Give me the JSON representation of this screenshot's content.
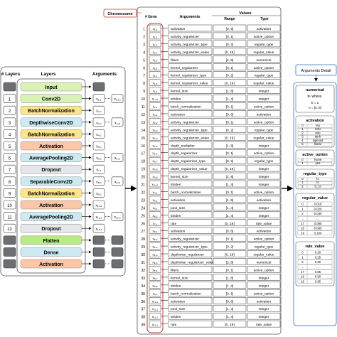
{
  "left_panel": {
    "header_layers_num": "# Layers",
    "header_layers": "Layers",
    "header_arguments": "Arguments",
    "layers": [
      {
        "num": "",
        "name": "Input",
        "color": "#d9f2b6",
        "args": []
      },
      {
        "num": "1",
        "name": "Conv2D",
        "color": "#d9f2b6",
        "args": [
          "x₁,₁",
          "x₁,₁₀"
        ]
      },
      {
        "num": "2",
        "name": "BatchNormalization",
        "color": "#fde68a",
        "args": [
          "x₂,₁"
        ]
      },
      {
        "num": "3",
        "name": "DepthwiseConv2D",
        "color": "#cdeaf3",
        "args": [
          "x₃,₁",
          "x₃,₈"
        ]
      },
      {
        "num": "4",
        "name": "BatchNormalization",
        "color": "#fde68a",
        "args": [
          "x₄,₁"
        ]
      },
      {
        "num": "5",
        "name": "Activation",
        "color": "#fbc7a8",
        "args": [
          "x₅,₁"
        ]
      },
      {
        "num": "6",
        "name": "AveragePooling2D",
        "color": "#cdeaf3",
        "args": [
          "x₆,₁",
          "x₆,₃"
        ]
      },
      {
        "num": "7",
        "name": "Dropout",
        "color": "#e5e7eb",
        "args": [
          "x₇,₁"
        ]
      },
      {
        "num": "8",
        "name": "SeparableConv2D",
        "color": "#cdeaf3",
        "args": [
          "x₈,₁",
          "x₈,₉"
        ]
      },
      {
        "num": "9",
        "name": "BatchNormalization",
        "color": "#fde68a",
        "args": [
          "x₉,₁"
        ]
      },
      {
        "num": "10",
        "name": "Activation",
        "color": "#fbc7a8",
        "args": [
          "x₁₀,₁"
        ]
      },
      {
        "num": "11",
        "name": "AveragePooling2D",
        "color": "#cdeaf3",
        "args": [
          "x₁₁,₁",
          "x₁₁,₃"
        ]
      },
      {
        "num": "12",
        "name": "Dropout",
        "color": "#e5e7eb",
        "args": [
          "x₁₂,₁"
        ]
      },
      {
        "num": "",
        "name": "Flatten",
        "color": "#b9ea8a",
        "args": []
      },
      {
        "num": "",
        "name": "Dense",
        "color": "#cdeaf3",
        "args": []
      },
      {
        "num": "",
        "name": "Activation",
        "color": "#fbc7a8",
        "args": []
      }
    ]
  },
  "chromosome": {
    "label": "Chromosome",
    "header_gene": "# Gene",
    "header_arguments": "Arguments",
    "header_values": "Values",
    "header_range": "Range",
    "header_type": "Type",
    "rows": [
      {
        "num": "1",
        "gene": "x₁,₁",
        "arg": "activation",
        "range": "[0, 6]",
        "type": "activation"
      },
      {
        "num": "2",
        "gene": "x₁,₂",
        "arg": "activity_regularizer",
        "range": "[0, 1]",
        "type": "active_option"
      },
      {
        "num": "3",
        "gene": "x₁,₃",
        "arg": "activity_regularizer_type",
        "range": "[0, 2]",
        "type": "regular_type"
      },
      {
        "num": "4",
        "gene": "x₁,₄",
        "arg": "activity_regularizer_value",
        "range": "[0, 19]",
        "type": "regular_value"
      },
      {
        "num": "5",
        "gene": "x₁,₅",
        "arg": "filters",
        "range": "[2, 8]",
        "type": "numerical"
      },
      {
        "num": "6",
        "gene": "x₁,₆",
        "arg": "kernel_regularizer",
        "range": "[0, 1]",
        "type": "active_option"
      },
      {
        "num": "7",
        "gene": "x₁,₇",
        "arg": "kernel_regularizer_type",
        "range": "[0, 2]",
        "type": "regular_type"
      },
      {
        "num": "8",
        "gene": "x₁,₈",
        "arg": "kernel_regularizer_value",
        "range": "[0, 19]",
        "type": "regular_value"
      },
      {
        "num": "9",
        "gene": "x₁,₉",
        "arg": "kernel_size",
        "range": "[1, 8]",
        "type": "integer"
      },
      {
        "num": "10",
        "gene": "x₁,₁₀",
        "arg": "strides",
        "range": "[1, 4]",
        "type": "integer"
      },
      {
        "num": "11",
        "gene": "x₂,₁",
        "arg": "batch_normalization",
        "range": "[0, 1]",
        "type": "active_option"
      },
      {
        "num": "12",
        "gene": "x₃,₁",
        "arg": "activation",
        "range": "[0, 6]",
        "type": "activation"
      },
      {
        "num": "13",
        "gene": "x₃,₂",
        "arg": "activity_regularizer",
        "range": "[0, 1]",
        "type": "active_option"
      },
      {
        "num": "14",
        "gene": "x₃,₃",
        "arg": "activity_regularizer_type",
        "range": "[0, 2]",
        "type": "regular_type"
      },
      {
        "num": "15",
        "gene": "x₃,₄",
        "arg": "activity_regularizer_value",
        "range": "[0, 19]",
        "type": "regular_value"
      },
      {
        "num": "16",
        "gene": "x₃,₅",
        "arg": "depth_multiplier",
        "range": "[1, 8]",
        "type": "integer"
      },
      {
        "num": "17",
        "gene": "x₃,₆",
        "arg": "depth_regularizer",
        "range": "[0, 1]",
        "type": "active_option"
      },
      {
        "num": "18",
        "gene": "x₃,₇",
        "arg": "depth_regularizer_type",
        "range": "[0, 2]",
        "type": "regular_type"
      },
      {
        "num": "19",
        "gene": "x₃,₈",
        "arg": "depth_regularizer_value",
        "range": "[0, 19]",
        "type": "integer"
      },
      {
        "num": "20",
        "gene": "x₃,₉",
        "arg": "kernel_size",
        "range": "[1, 8]",
        "type": "integer"
      },
      {
        "num": "21",
        "gene": "x₃,₁₀",
        "arg": "strides",
        "range": "[1, 4]",
        "type": "integer"
      },
      {
        "num": "22",
        "gene": "x₄,₁",
        "arg": "batch_normalization",
        "range": "[0, 1]",
        "type": "active_option"
      },
      {
        "num": "23",
        "gene": "x₅,₁",
        "arg": "activation",
        "range": "[1, 6]",
        "type": "activation"
      },
      {
        "num": "24",
        "gene": "x₆,₁",
        "arg": "pool_size",
        "range": "[1, 4]",
        "type": "integer"
      },
      {
        "num": "25",
        "gene": "x₆,₂",
        "arg": "strides",
        "range": "[1, 4]",
        "type": "integer"
      },
      {
        "num": "26",
        "gene": "x₇,₁",
        "arg": "rate",
        "range": "[0, 19]",
        "type": "rate_value"
      },
      {
        "num": "27",
        "gene": "x₈,₁",
        "arg": "activation",
        "range": "[0, 6]",
        "type": "activation"
      },
      {
        "num": "28",
        "gene": "x₈,₂",
        "arg": "activity_regularizer",
        "range": "[0, 1]",
        "type": "active_option"
      },
      {
        "num": "29",
        "gene": "x₈,₃",
        "arg": "activity_regularizer_type",
        "range": "[0, 2]",
        "type": "regular_type"
      },
      {
        "num": "30",
        "gene": "x₈,₄",
        "arg": "depthwise_regularizer",
        "range": "[0, 19]",
        "type": "regular_value"
      },
      {
        "num": "31",
        "gene": "x₈,₅",
        "arg": "depthwise_regularizer_value",
        "range": "[2, 8]",
        "type": "numerical"
      },
      {
        "num": "32",
        "gene": "x₈,₆",
        "arg": "filters",
        "range": "[0, 1]",
        "type": "active_option"
      },
      {
        "num": "33",
        "gene": "x₈,₇",
        "arg": "kernel_size",
        "range": "[1, 8]",
        "type": "integer"
      },
      {
        "num": "34",
        "gene": "x₈,₈",
        "arg": "strides",
        "range": "[1, 4]",
        "type": "integer"
      },
      {
        "num": "35",
        "gene": "x₉,₁",
        "arg": "batch_normalization",
        "range": "[0, 1]",
        "type": "active_option"
      },
      {
        "num": "36",
        "gene": "x₁₀,₁",
        "arg": "activation",
        "range": "[0, 6]",
        "type": "activation"
      },
      {
        "num": "37",
        "gene": "x₁₁,₁",
        "arg": "pool_size",
        "range": "[1, 4]",
        "type": "integer"
      },
      {
        "num": "38",
        "gene": "x₁₁,₂",
        "arg": "strides",
        "range": "[1, 4]",
        "type": "integer"
      },
      {
        "num": "39",
        "gene": "x₁₂,₁",
        "arg": "rate",
        "range": "[0, 19]",
        "type": "rate_value"
      }
    ]
  },
  "arguments_detail": {
    "label": "Arguments Detail",
    "numerical": {
      "title": "numerical",
      "formula": "bⁿ where,",
      "params": [
        "b = 2",
        "n = [0, 8]"
      ]
    },
    "activation": {
      "title": "activation",
      "items": [
        [
          "0",
          "elu"
        ],
        [
          "1",
          "selu"
        ],
        [
          "2",
          "relu"
        ],
        [
          "3",
          "tanh"
        ],
        [
          "4",
          "sigmoid"
        ],
        [
          "5",
          "linear"
        ]
      ]
    },
    "active_option": {
      "title": "active_option",
      "items": [
        [
          "0",
          "None"
        ],
        [
          "1",
          "yes"
        ]
      ]
    },
    "regular_type": {
      "title": "regular_type",
      "items": [
        [
          "0",
          "l1"
        ],
        [
          "1",
          "l2"
        ],
        [
          "2",
          "l1_l2"
        ]
      ]
    },
    "regular_value": {
      "title": "regular_value",
      "items": [
        [
          "0",
          "0.010"
        ],
        [
          "1",
          "0.020"
        ],
        [
          "2",
          "0.030"
        ],
        [
          "…",
          "…"
        ],
        [
          "17",
          "0.090"
        ],
        [
          "18",
          "0.095"
        ],
        [
          "19",
          "0.100"
        ]
      ]
    },
    "rate_value": {
      "title": "rate_value",
      "items": [
        [
          "0",
          "0.20"
        ],
        [
          "1",
          "0.25"
        ],
        [
          "2",
          "0.30"
        ],
        [
          "…",
          "…"
        ],
        [
          "17",
          "0.85"
        ],
        [
          "18",
          "0.90"
        ],
        [
          "19",
          "0.95"
        ]
      ]
    }
  }
}
